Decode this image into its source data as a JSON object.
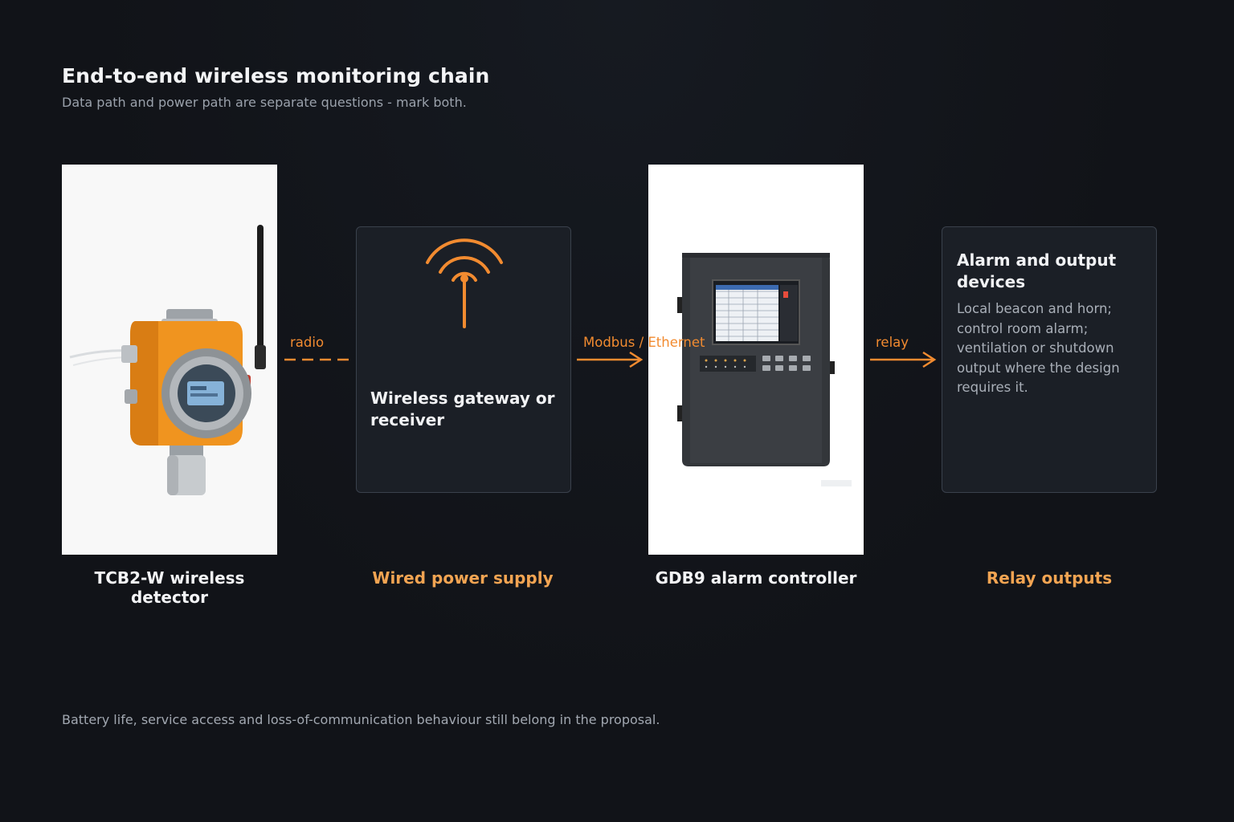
{
  "header": {
    "title": "End-to-end wireless monitoring chain",
    "subtitle": "Data path and power path are separate questions - mark both."
  },
  "nodes": [
    {
      "id": "detector",
      "caption": "TCB2-W wireless detector",
      "kind": "product-photo",
      "icon": "gas-detector-image"
    },
    {
      "id": "gateway",
      "heading": "Wireless gateway or receiver",
      "caption": "Wired power supply",
      "kind": "card",
      "icon": "wireless-signal-icon"
    },
    {
      "id": "controller",
      "caption": "GDB9 alarm controller",
      "kind": "product-photo",
      "icon": "alarm-controller-image"
    },
    {
      "id": "alarm",
      "heading": "Alarm and output devices",
      "body": "Local beacon and horn; control room alarm; ventilation or shutdown output where the design requires it.",
      "caption": "Relay outputs",
      "kind": "card"
    }
  ],
  "connectors": [
    {
      "label": "radio",
      "style": "dashed"
    },
    {
      "label": "Modbus / Ethernet",
      "style": "arrow"
    },
    {
      "label": "relay",
      "style": "arrow"
    }
  ],
  "footer": {
    "note": "Battery life, service access and loss-of-communication behaviour still belong in the proposal."
  },
  "colors": {
    "background": "#111318",
    "accent": "#f28b30",
    "caption_accent": "#f2a452",
    "card": "#1b1f26",
    "card_border": "#3a414c",
    "text": "#f3f4f6",
    "muted": "#9aa1ab"
  }
}
